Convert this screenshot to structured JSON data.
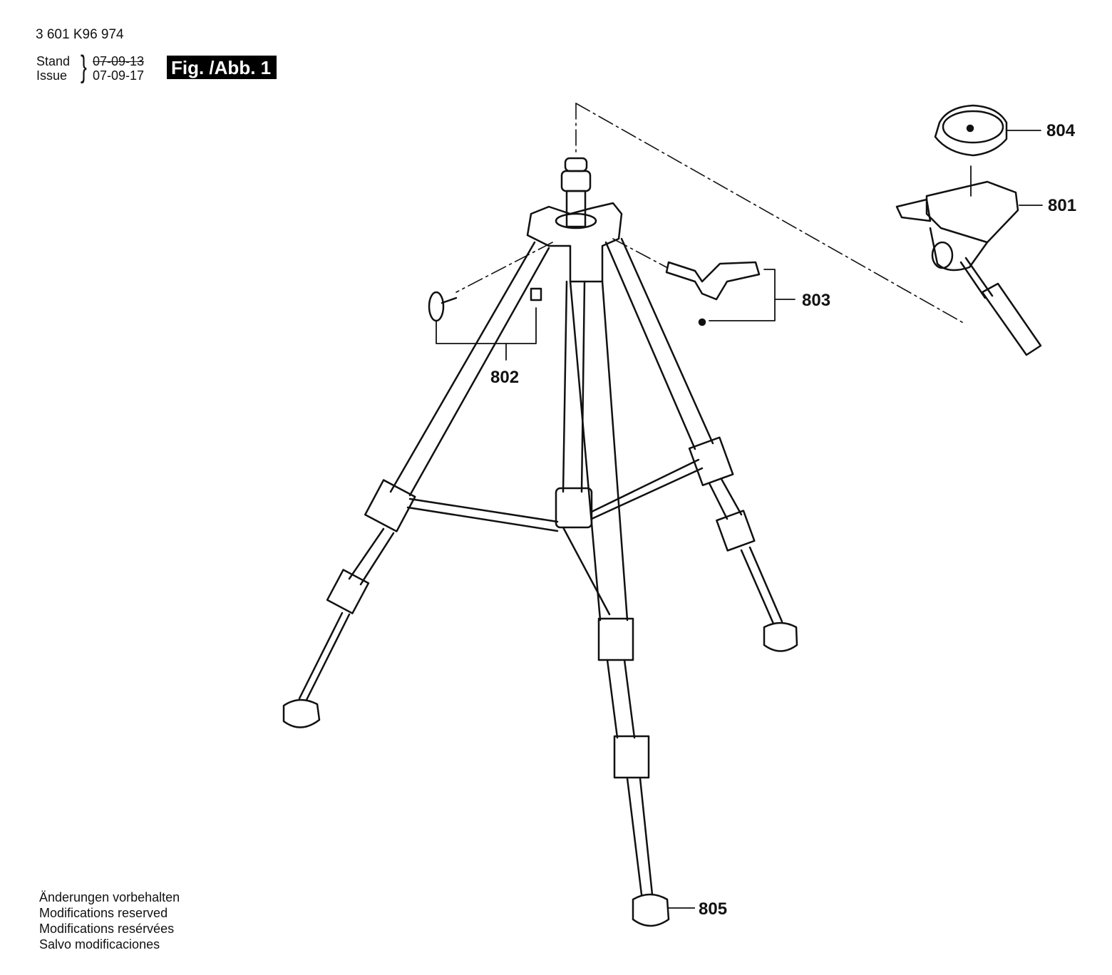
{
  "header": {
    "part_number": "3 601 K96 974",
    "stand_label": "Stand",
    "issue_label": "Issue",
    "brace": "}",
    "stand_date": "07-09-13",
    "issue_date": "07-09-17",
    "figure_label": "Fig. /Abb. 1"
  },
  "callouts": [
    {
      "id": "804",
      "label": "804"
    },
    {
      "id": "801",
      "label": "801"
    },
    {
      "id": "803",
      "label": "803"
    },
    {
      "id": "802",
      "label": "802"
    },
    {
      "id": "805",
      "label": "805"
    }
  ],
  "footer": {
    "lines": [
      "Änderungen vorbehalten",
      "Modifications reserved",
      "Modifications resérvées",
      "Salvo modificaciones"
    ]
  }
}
